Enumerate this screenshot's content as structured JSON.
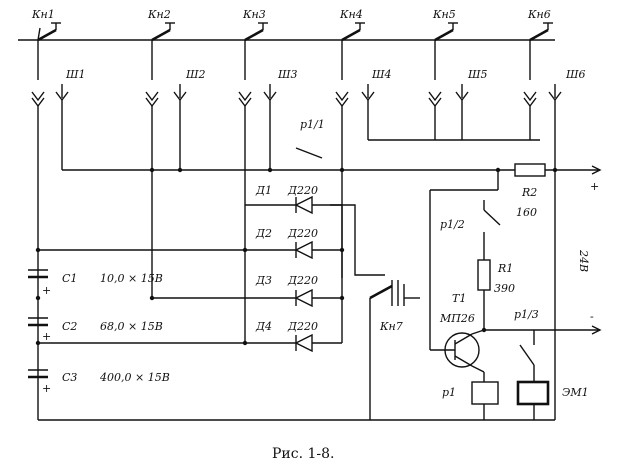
{
  "buttons": [
    "Кн1",
    "Кн2",
    "Кн3",
    "Кн4",
    "Кн5",
    "Кн6"
  ],
  "plugs": [
    "Ш1",
    "Ш2",
    "Ш3",
    "Ш4",
    "Ш5",
    "Ш6"
  ],
  "caps": [
    {
      "id": "C1",
      "value": "10,0 × 15В"
    },
    {
      "id": "C2",
      "value": "68,0 × 15В"
    },
    {
      "id": "C3",
      "value": "400,0 × 15В"
    }
  ],
  "diodes": [
    {
      "id": "Д1",
      "type": "Д220"
    },
    {
      "id": "Д2",
      "type": "Д220"
    },
    {
      "id": "Д3",
      "type": "Д220"
    },
    {
      "id": "Д4",
      "type": "Д220"
    }
  ],
  "labels": {
    "p11": "p1/1",
    "p12": "p1/2",
    "p13": "p1/3",
    "r1": "R1",
    "r1v": "390",
    "r2": "R2",
    "r2v": "160",
    "t1": "T1",
    "t1type": "МП26",
    "kn7": "Кн7",
    "p1": "p1",
    "em1": "ЭМ1",
    "voltage": "24В",
    "plus": "+",
    "minus": "-"
  },
  "caption": "Рис. 1-8."
}
